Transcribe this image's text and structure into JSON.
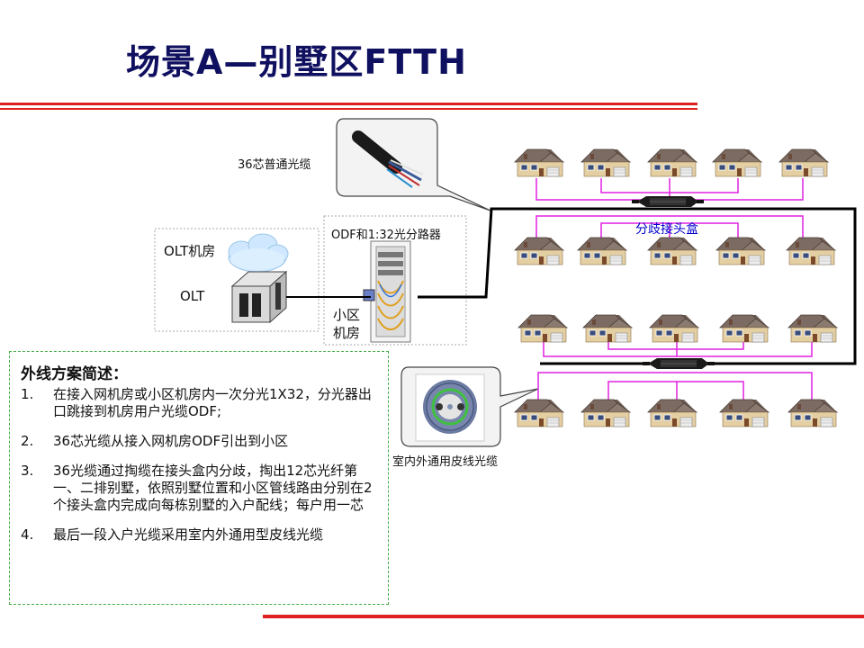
{
  "title": "场景A—别墅区FTTH",
  "labels": {
    "cable36": "36芯普通光缆",
    "odf": "ODF和1:32光分路器",
    "olt_room": "OLT机房",
    "olt": "OLT",
    "community_room": "小区\n机房",
    "splice_box": "分歧接头盒",
    "drop_cable": "室内外通用皮线光缆"
  },
  "summary": {
    "title": "外线方案简述：",
    "items": [
      {
        "num": "1.",
        "text": "在接入网机房或小区机房内一次分光1X32，分光器出口跳接到机房用户光缆ODF;"
      },
      {
        "num": "2.",
        "text": "36芯光缆从接入网机房ODF引出到小区"
      },
      {
        "num": "3.",
        "text": "36光缆通过掏缆在接头盒内分歧，掏出12芯光纤第一、二排别墅，依照别墅位置和小区管线路由分别在2个接头盒内完成向每栋别墅的入户配线；每户用一芯"
      },
      {
        "num": "4.",
        "text": "最后一段入户光缆采用室内外通用型皮线光缆"
      }
    ]
  },
  "colors": {
    "title": "#101060",
    "rule": "#e02020",
    "fiber_drop": "#e020e0",
    "splice_label": "#0000cc",
    "cable": "#000000"
  }
}
